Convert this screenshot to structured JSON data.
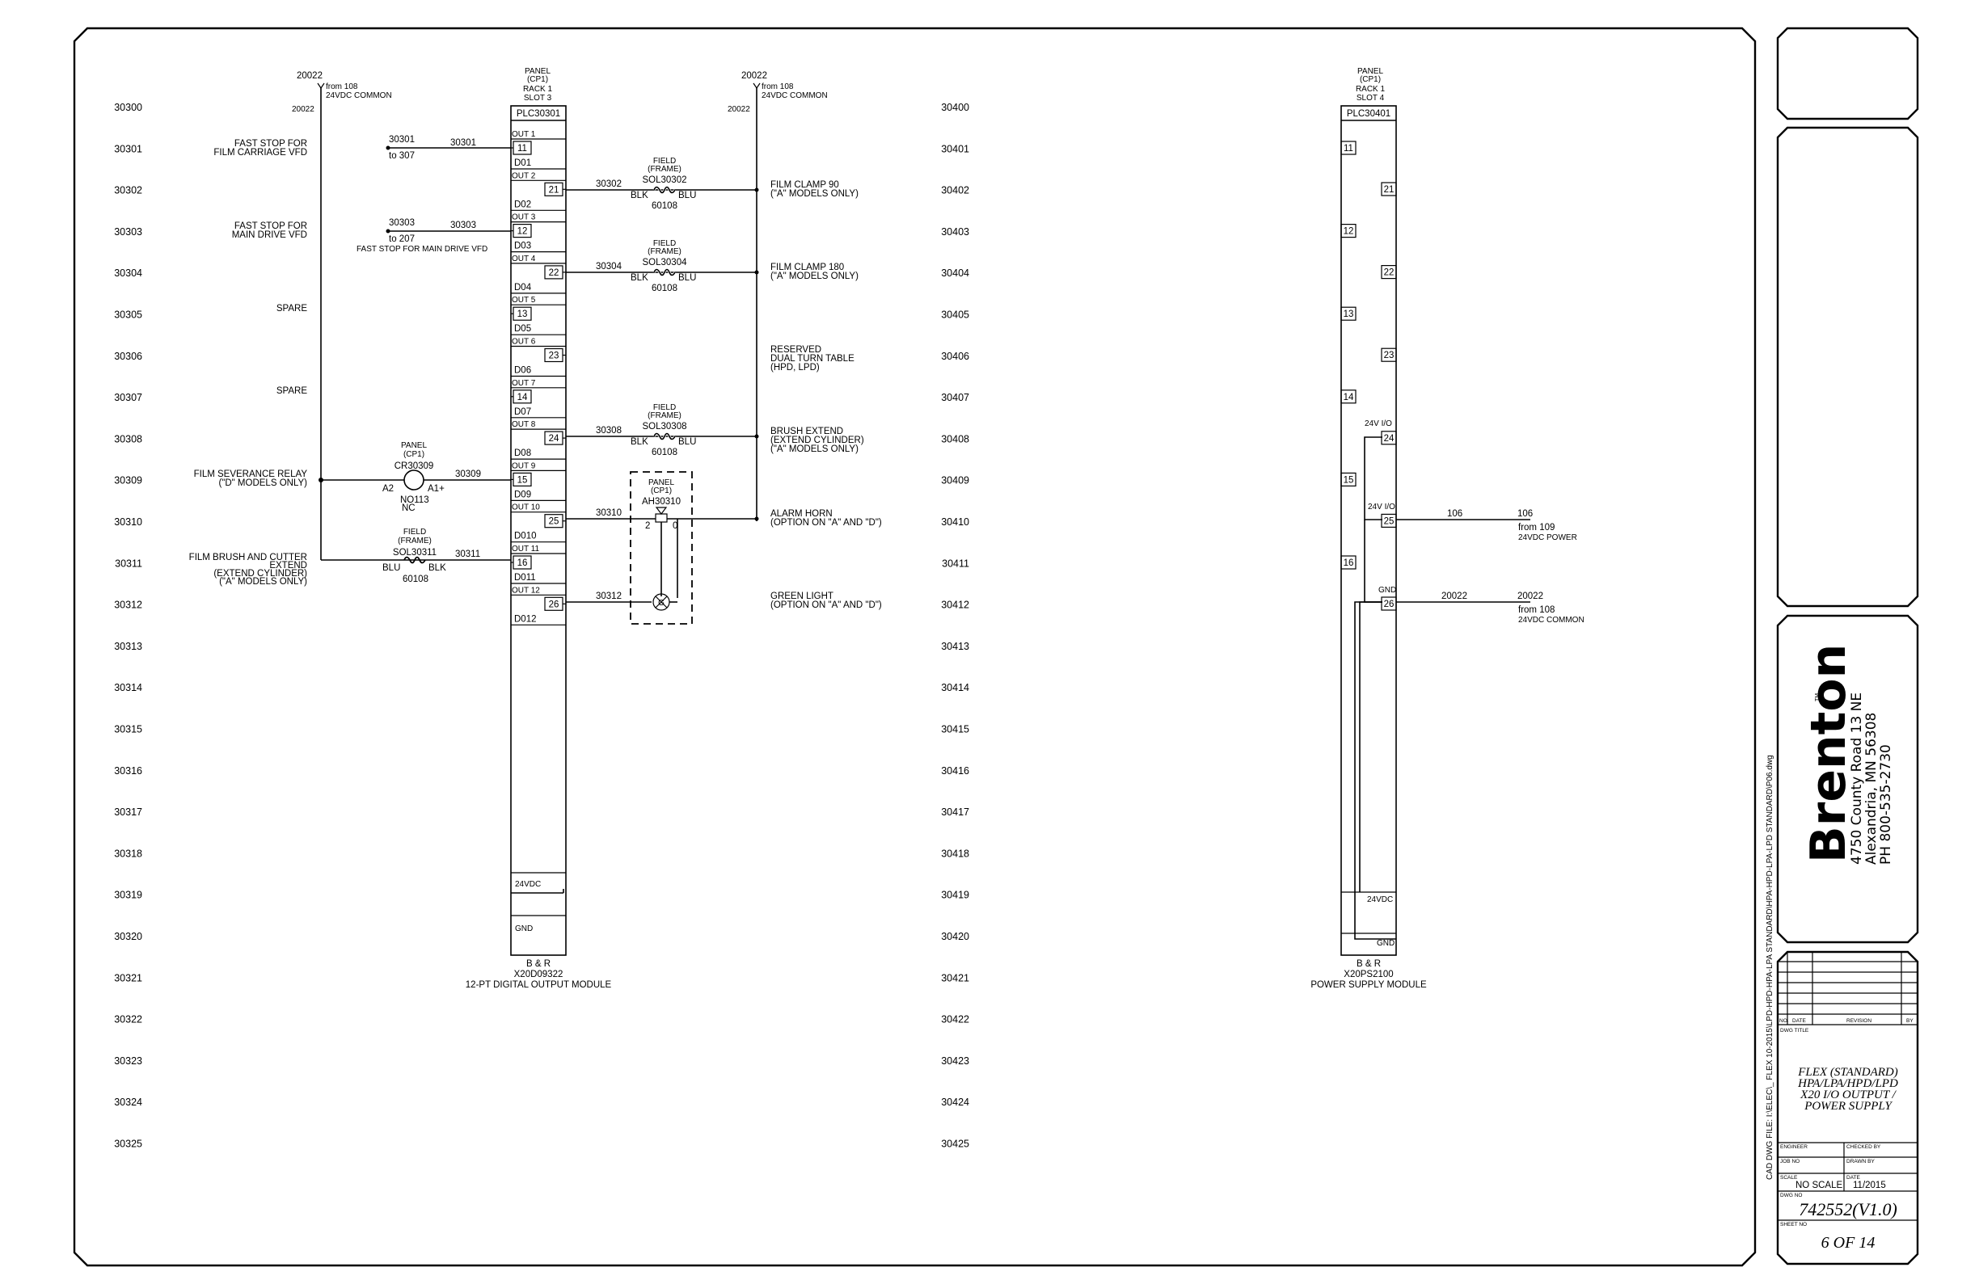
{
  "rows": {
    "left": [
      "30300",
      "30301",
      "30302",
      "30303",
      "30304",
      "30305",
      "30306",
      "30307",
      "30308",
      "30309",
      "30310",
      "30311",
      "30312",
      "30313",
      "30314",
      "30315",
      "30316",
      "30317",
      "30318",
      "30319",
      "30320",
      "30321",
      "30322",
      "30323",
      "30324",
      "30325"
    ],
    "right": [
      "30400",
      "30401",
      "30402",
      "30403",
      "30404",
      "30405",
      "30406",
      "30407",
      "30408",
      "30409",
      "30410",
      "30411",
      "30412",
      "30413",
      "30414",
      "30415",
      "30416",
      "30417",
      "30418",
      "30419",
      "30420",
      "30421",
      "30422",
      "30423",
      "30424",
      "30425"
    ]
  },
  "left_rail": {
    "wire_top": "20022",
    "from_top": "from 108",
    "common_top": "24VDC COMMON",
    "wire_label": "20022"
  },
  "right_rail": {
    "wire_top": "20022",
    "from_top": "from 108",
    "common_top": "24VDC COMMON",
    "wire_label": "20022"
  },
  "module1": {
    "panel": [
      "PANEL",
      "(CP1)",
      "RACK 1",
      "SLOT 3"
    ],
    "tag": "PLC30301",
    "vendor": "B & R",
    "model": "X20D09322",
    "desc": "12-PT DIGITAL OUTPUT MODULE",
    "v24": "24VDC",
    "gnd": "GND",
    "outputs": [
      {
        "out": "OUT 1",
        "term": "11",
        "dout": "D01"
      },
      {
        "out": "OUT 2",
        "term": "21",
        "dout": "D02"
      },
      {
        "out": "OUT 3",
        "term": "12",
        "dout": "D03"
      },
      {
        "out": "OUT 4",
        "term": "22",
        "dout": "D04"
      },
      {
        "out": "OUT 5",
        "term": "13",
        "dout": "D05"
      },
      {
        "out": "OUT 6",
        "term": "23",
        "dout": "D06"
      },
      {
        "out": "OUT 7",
        "term": "14",
        "dout": "D07"
      },
      {
        "out": "OUT 8",
        "term": "24",
        "dout": "D08"
      },
      {
        "out": "OUT 9",
        "term": "15",
        "dout": "D09"
      },
      {
        "out": "OUT 10",
        "term": "25",
        "dout": "D010"
      },
      {
        "out": "OUT 11",
        "term": "16",
        "dout": "D011"
      },
      {
        "out": "OUT 12",
        "term": "26",
        "dout": "D012"
      }
    ]
  },
  "left_circuits": {
    "r1_desc": [
      "FAST STOP FOR",
      "FILM CARRIAGE VFD"
    ],
    "r1_wire": "30301",
    "r1_wire2": "30301",
    "r1_to": "to 307",
    "r3_desc": [
      "FAST STOP FOR",
      "MAIN DRIVE VFD"
    ],
    "r3_wire": "30303",
    "r3_wire2": "30303",
    "r3_to": "to 207",
    "r3_note": "FAST STOP FOR MAIN DRIVE VFD",
    "spare5": "SPARE",
    "spare7": "SPARE",
    "relay_desc": [
      "FILM SEVERANCE RELAY",
      "(\"D\" MODELS ONLY)"
    ],
    "relay_loc": [
      "PANEL",
      "(CP1)"
    ],
    "relay_tag": "CR30309",
    "relay_a2": "A2",
    "relay_a1": "A1+",
    "relay_no": "NO113",
    "relay_nc": "NC",
    "relay_wire": "30309",
    "sol_desc": [
      "FILM BRUSH AND CUTTER",
      "EXTEND",
      "(EXTEND CYLINDER)",
      "(\"A\" MODELS ONLY)"
    ],
    "sol_loc": [
      "FIELD",
      "(FRAME)"
    ],
    "sol_tag": "SOL30311",
    "sol_blu": "BLU",
    "sol_blk": "BLK",
    "sol_part": "60108",
    "sol_wire": "30311"
  },
  "right_circuits": {
    "sol302": {
      "loc": [
        "FIELD",
        "(FRAME)"
      ],
      "tag": "SOL30302",
      "blk": "BLK",
      "blu": "BLU",
      "part": "60108",
      "wire": "30302",
      "desc": [
        "FILM CLAMP 90",
        "(\"A\" MODELS ONLY)"
      ]
    },
    "sol304": {
      "loc": [
        "FIELD",
        "(FRAME)"
      ],
      "tag": "SOL30304",
      "blk": "BLK",
      "blu": "BLU",
      "part": "60108",
      "wire": "30304",
      "desc": [
        "FILM CLAMP 180",
        "(\"A\" MODELS ONLY)"
      ]
    },
    "reserved": [
      "RESERVED",
      "DUAL TURN TABLE",
      "(HPD, LPD)"
    ],
    "sol308": {
      "loc": [
        "FIELD",
        "(FRAME)"
      ],
      "tag": "SOL30308",
      "blk": "BLK",
      "blu": "BLU",
      "part": "60108",
      "wire": "30308",
      "desc": [
        "BRUSH EXTEND",
        "(EXTEND CYLINDER)",
        "(\"A\" MODELS ONLY)"
      ]
    },
    "horn": {
      "loc": [
        "PANEL",
        "(CP1)"
      ],
      "tag": "AH30310",
      "t2": "2",
      "t0": "0",
      "wire": "30310",
      "desc": [
        "ALARM HORN",
        "(OPTION ON \"A\" AND \"D\")"
      ]
    },
    "light": {
      "glyph": "G",
      "wire": "30312",
      "desc": [
        "GREEN LIGHT",
        "(OPTION ON \"A\" AND \"D\")"
      ]
    }
  },
  "module2": {
    "panel": [
      "PANEL",
      "(CP1)",
      "RACK 1",
      "SLOT 4"
    ],
    "tag": "PLC30401",
    "terms_left": [
      "11",
      "12",
      "13",
      "14",
      "15",
      "16"
    ],
    "terms_right": [
      "21",
      "22",
      "23",
      "24",
      "25",
      "26"
    ],
    "lbl24": "24V I/O",
    "lbl25": "24V I/O",
    "lbl26": "GND",
    "v24": "24VDC",
    "gnd": "GND",
    "w106": "106",
    "w106b": "106",
    "from109": "from 109",
    "pwr": "24VDC POWER",
    "w20022": "20022",
    "w20022b": "20022",
    "from108": "from 108",
    "common": "24VDC COMMON",
    "vendor": "B & R",
    "model": "X20PS2100",
    "desc": "POWER SUPPLY MODULE"
  },
  "file_path": "CAD DWG FILE:  I:\\ELEC\\_ FLEX 10-2015\\LPD-HPD-HPA-LPA STANDARD\\HPA-HPD-LPA-LPD STANDARD\\P06.dwg",
  "title_block": {
    "logo": "Brenton",
    "tm": "TM",
    "address": [
      "4750 County Road 13 NE",
      "Alexandria, MN 56308",
      "PH 800-535-2730"
    ],
    "rev_headers": [
      "NO.",
      "DATE",
      "REVISION",
      "BY"
    ],
    "dwg_title_lbl": "DWG TITLE",
    "title": [
      "FLEX (STANDARD)",
      "HPA/LPA/HPD/LPD",
      "X20 I/O OUTPUT /",
      "POWER SUPPLY"
    ],
    "engineer_lbl": "ENGINEER",
    "checked_lbl": "CHECKED BY",
    "jobno_lbl": "JOB NO",
    "drawn_lbl": "DRAWN BY",
    "scale_lbl": "SCALE",
    "scale": "NO SCALE",
    "date_lbl": "DATE",
    "date": "11/2015",
    "dwgno_lbl": "DWG NO",
    "dwgno": "742552(V1.0)",
    "sheetno_lbl": "SHEET NO",
    "sheet": "6 OF 14"
  },
  "colors": {
    "ink": "#000000",
    "paper": "#ffffff"
  }
}
